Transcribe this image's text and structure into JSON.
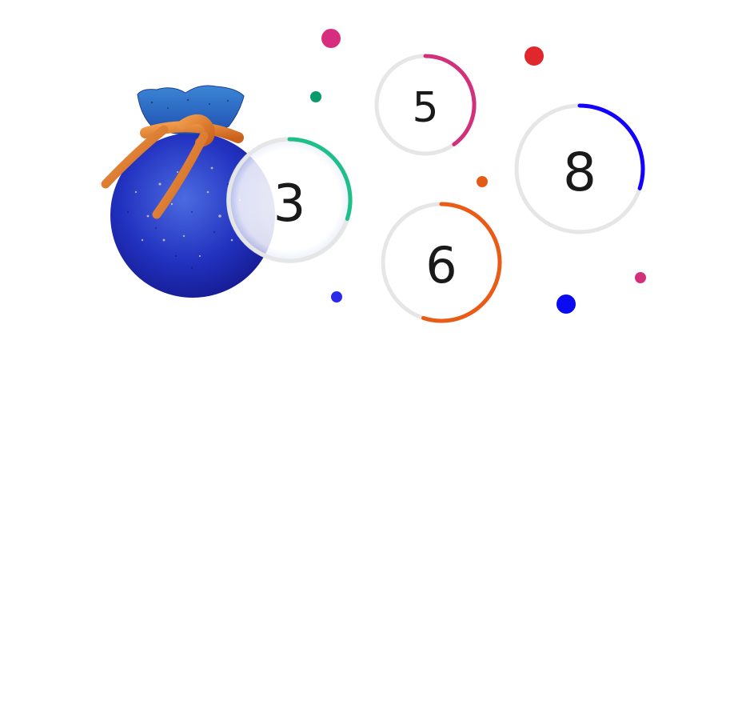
{
  "colors": {
    "track": "#e6e6e6",
    "text": "#1a1a1a",
    "bag_dark": "#15189e",
    "bag_light": "#3a57d6",
    "bag_neck": "#2d6cc7",
    "tie": "#e07a2e"
  },
  "rings": [
    {
      "id": "ring-3",
      "label": "3",
      "progress": 0.3,
      "color": "#1fbf8a"
    },
    {
      "id": "ring-5",
      "label": "5",
      "progress": 0.4,
      "color": "#d3307c"
    },
    {
      "id": "ring-8",
      "label": "8",
      "progress": 0.3,
      "color": "#1400ff"
    },
    {
      "id": "ring-6",
      "label": "6",
      "progress": 0.55,
      "color": "#ea5b16"
    }
  ],
  "dots": [
    {
      "color": "#d62d7e"
    },
    {
      "color": "#0a9a6c"
    },
    {
      "color": "#e0282c"
    },
    {
      "color": "#e25c18"
    },
    {
      "color": "#2a2ae8"
    },
    {
      "color": "#0b0bf2"
    },
    {
      "color": "#d3307c"
    }
  ],
  "bag": {
    "icon": "money-bag-icon"
  }
}
